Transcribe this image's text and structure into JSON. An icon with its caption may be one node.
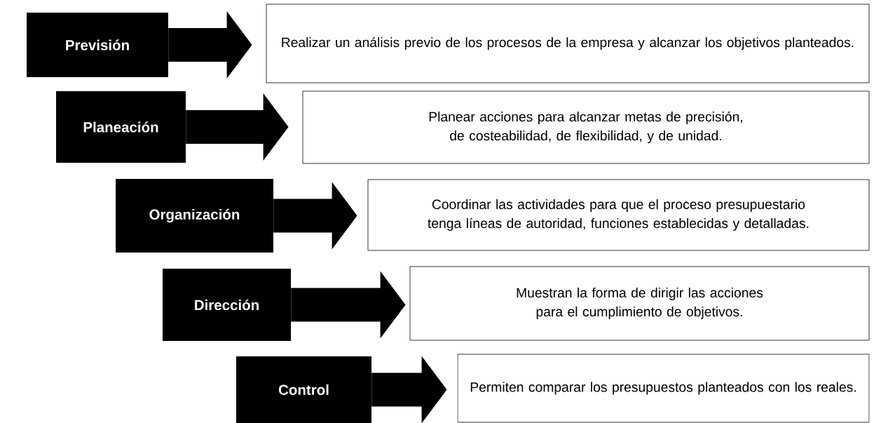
{
  "diagram": {
    "nodes": [
      {
        "text": [
          "Previsión"
        ]
      },
      {
        "text": [
          "Realizar un análisis previo de los procesos de la empresa y alcanzar los objetivos planteados."
        ]
      },
      {
        "text": [
          "Planeación"
        ]
      },
      {
        "text": [
          "Planear acciones para alcanzar metas de precisión, de costeabilidad, de flexibilidad, y de unidad."
        ]
      },
      {
        "text": [
          "Organización"
        ]
      },
      {
        "text": [
          "Coordinar las actividades para que el proceso presupuestario tenga líneas de autoridad, funciones establecidas y detalladas."
        ]
      },
      {
        "text": [
          "Dirección"
        ]
      },
      {
        "text": [
          "Muestran la forma de dirigir las acciones para el cumplimiento de objetivos."
        ]
      },
      {
        "text": [
          "Control"
        ]
      },
      {
        "text": [
          "Permiten comparar los presupuestos planteados con los reales."
        ]
      }
    ],
    "edges": [
      {
        "from": 0,
        "to": 1,
        "arrow": "to"
      },
      {
        "from": 2,
        "to": 3,
        "arrow": "to"
      },
      {
        "from": 4,
        "to": 5,
        "arrow": "to"
      },
      {
        "from": 6,
        "to": 7,
        "arrow": "to"
      },
      {
        "from": 8,
        "to": 9,
        "arrow": "to"
      }
    ]
  }
}
